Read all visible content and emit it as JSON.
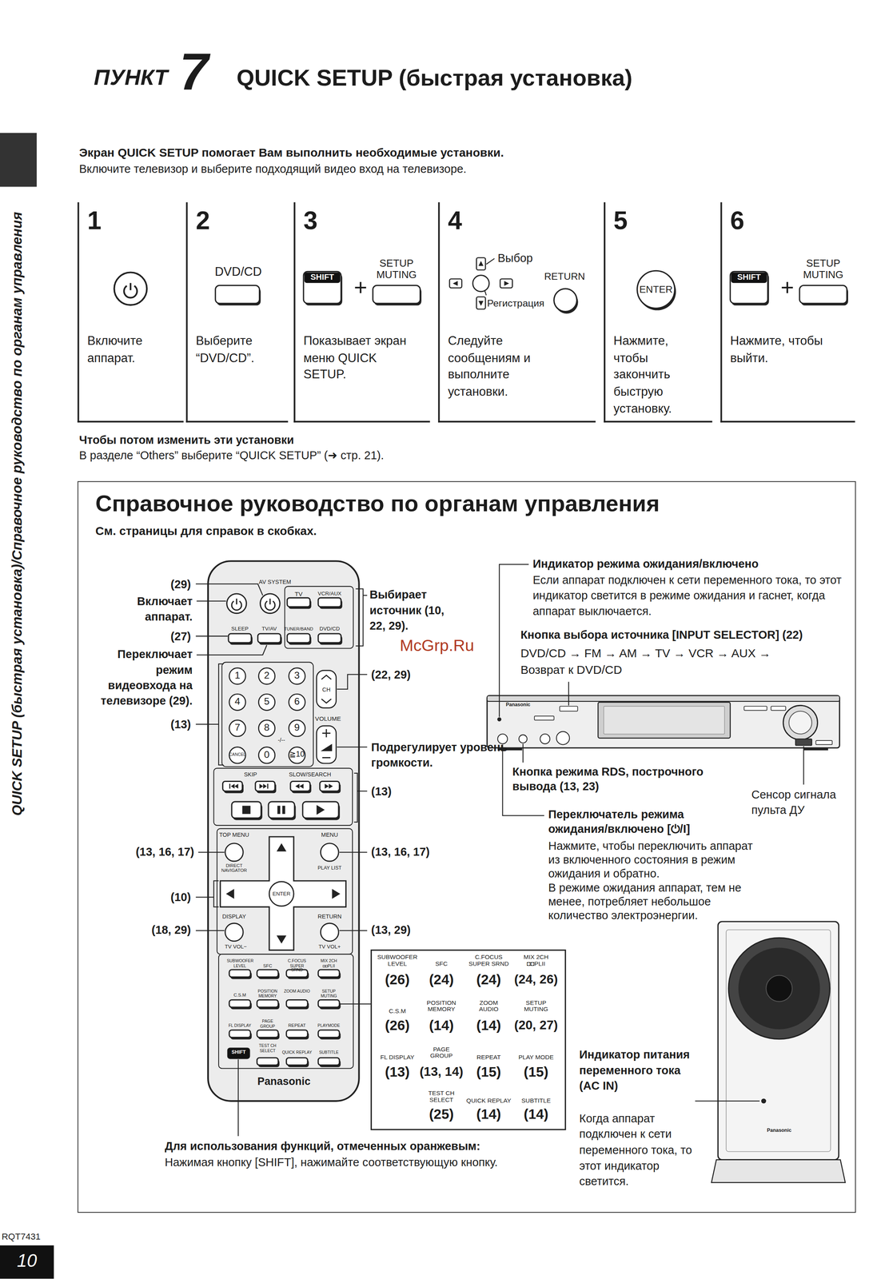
{
  "diagram": {
    "title": "QUICK SETUP (быстрая установка)",
    "nodes": [
      {
        "text": [
          "1",
          "Включите аппарат."
        ]
      },
      {
        "text": [
          "2",
          "Выберите “DVD/CD”."
        ]
      },
      {
        "text": [
          "3",
          "Показывает экран меню QUICK SETUP."
        ]
      },
      {
        "text": [
          "4",
          "Следуйте сообщениям и выполните установки."
        ]
      },
      {
        "text": [
          "5",
          "Нажмите, чтобы закончить быструю установку."
        ]
      },
      {
        "text": [
          "6",
          "Нажмите, чтобы выйти."
        ]
      },
      {
        "text": [
          "Справочное руководство по органам управления",
          "См. страницы для справок в скобках."
        ]
      }
    ],
    "labels": [
      "ПУНКТ",
      "7",
      "QUICK SETUP (быстрая установка)/Справочное руководство по органам управления",
      "Экран QUICK SETUP помогает Вам выполнить необходимые установки.",
      "Включите телевизор и выберите подходящий видео вход на телевизоре.",
      "DVD/CD",
      "SHIFT",
      "+",
      "SETUP MUTING",
      "Выбор",
      "Регистрация",
      "RETURN",
      "ENTER",
      "SHIFT",
      "+",
      "SETUP MUTING",
      "Чтобы потом изменить эти установки",
      "В разделе “Others” выберите “QUICK SETUP” (➜ стр. 21).",
      "(29)",
      "Включает аппарат.",
      "(27)",
      "Переключает режим видеовхода на телевизоре (29).",
      "(13)",
      "(13, 16, 17)",
      "(10)",
      "(18, 29)",
      "Выбирает источник (10, 22, 29).",
      "(22, 29)",
      "Подрегулирует уровень громкости.",
      "(13)",
      "(13, 16, 17)",
      "(13, 29)",
      "McGrp.Ru",
      "AV SYSTEM",
      "TV",
      "VCR/AUX",
      "SLEEP",
      "TV/AV",
      "TUNER/BAND",
      "DVD/CD",
      "1",
      "2",
      "3",
      "4",
      "5",
      "6",
      "7",
      "8",
      "9",
      "CANCEL",
      "0",
      "≧10",
      "CH",
      "VOLUME",
      "-/--",
      "SKIP",
      "SLOW/SEARCH",
      "TOP MENU",
      "MENU",
      "DIRECT NAVIGATOR",
      "PLAY LIST",
      "ENTER",
      "DISPLAY",
      "RETURN",
      "TV VOL−",
      "TV VOL+",
      "SUBWOOFER LEVEL",
      "SFC",
      "C.FOCUS SUPER SRND",
      "MIX 2CH ◘◘PLII",
      "C.S.M",
      "POSITION MEMORY",
      "ZOOM AUDIO",
      "SETUP MUTING",
      "FL DISPLAY",
      "PAGE GROUP",
      "REPEAT",
      "PLAYMODE",
      "SHIFT",
      "TEST CH SELECT",
      "QUICK REPLAY",
      "SUBTITLE",
      "Panasonic",
      "SUBWOOFER LEVEL",
      "(26)",
      "SFC",
      "(24)",
      "C.FOCUS SUPER SRND",
      "(24)",
      "MIX 2CH ◘◘PLII",
      "(24, 26)",
      "C.S.M",
      "(26)",
      "POSITION MEMORY",
      "(14)",
      "ZOOM AUDIO",
      "(14)",
      "SETUP MUTING",
      "(20, 27)",
      "FL DISPLAY",
      "(13)",
      "PAGE GROUP",
      "(13, 14)",
      "REPEAT",
      "(15)",
      "PLAY MODE",
      "(15)",
      "TEST CH SELECT",
      "(25)",
      "QUICK REPLAY",
      "(14)",
      "SUBTITLE",
      "(14)",
      "Для использования функций, отмеченных оранжевым:",
      "Нажимая кнопку [SHIFT], нажимайте соответствующую кнопку.",
      "Индикатор режима ожидания/включено",
      "Если аппарат подключен к сети переменного тока, то этот индикатор светится в режиме ожидания и гаснет, когда аппарат выключается.",
      "Кнопка выбора источника [INPUT SELECTOR] (22)",
      "DVD/CD → FM → AM → TV → VCR → AUX → Возврат к DVD/CD",
      "Panasonic",
      "Кнопка режима RDS, построчного вывода (13, 23)",
      "Сенсор сигнала пульта ДУ",
      "Переключатель режима ожидания/включено [⏻/I]",
      "Нажмите, чтобы переключить аппарат из включенного состояния в режим ожидания и обратно.",
      "В режиме ожидания аппарат, тем не менее, потребляет небольшое количество электроэнергии.",
      "Индикатор питания переменного тока (AC IN)",
      "Когда аппарат подключен к сети переменного тока, то этот индикатор светится.",
      "Panasonic",
      "RQT7431",
      "10"
    ]
  }
}
